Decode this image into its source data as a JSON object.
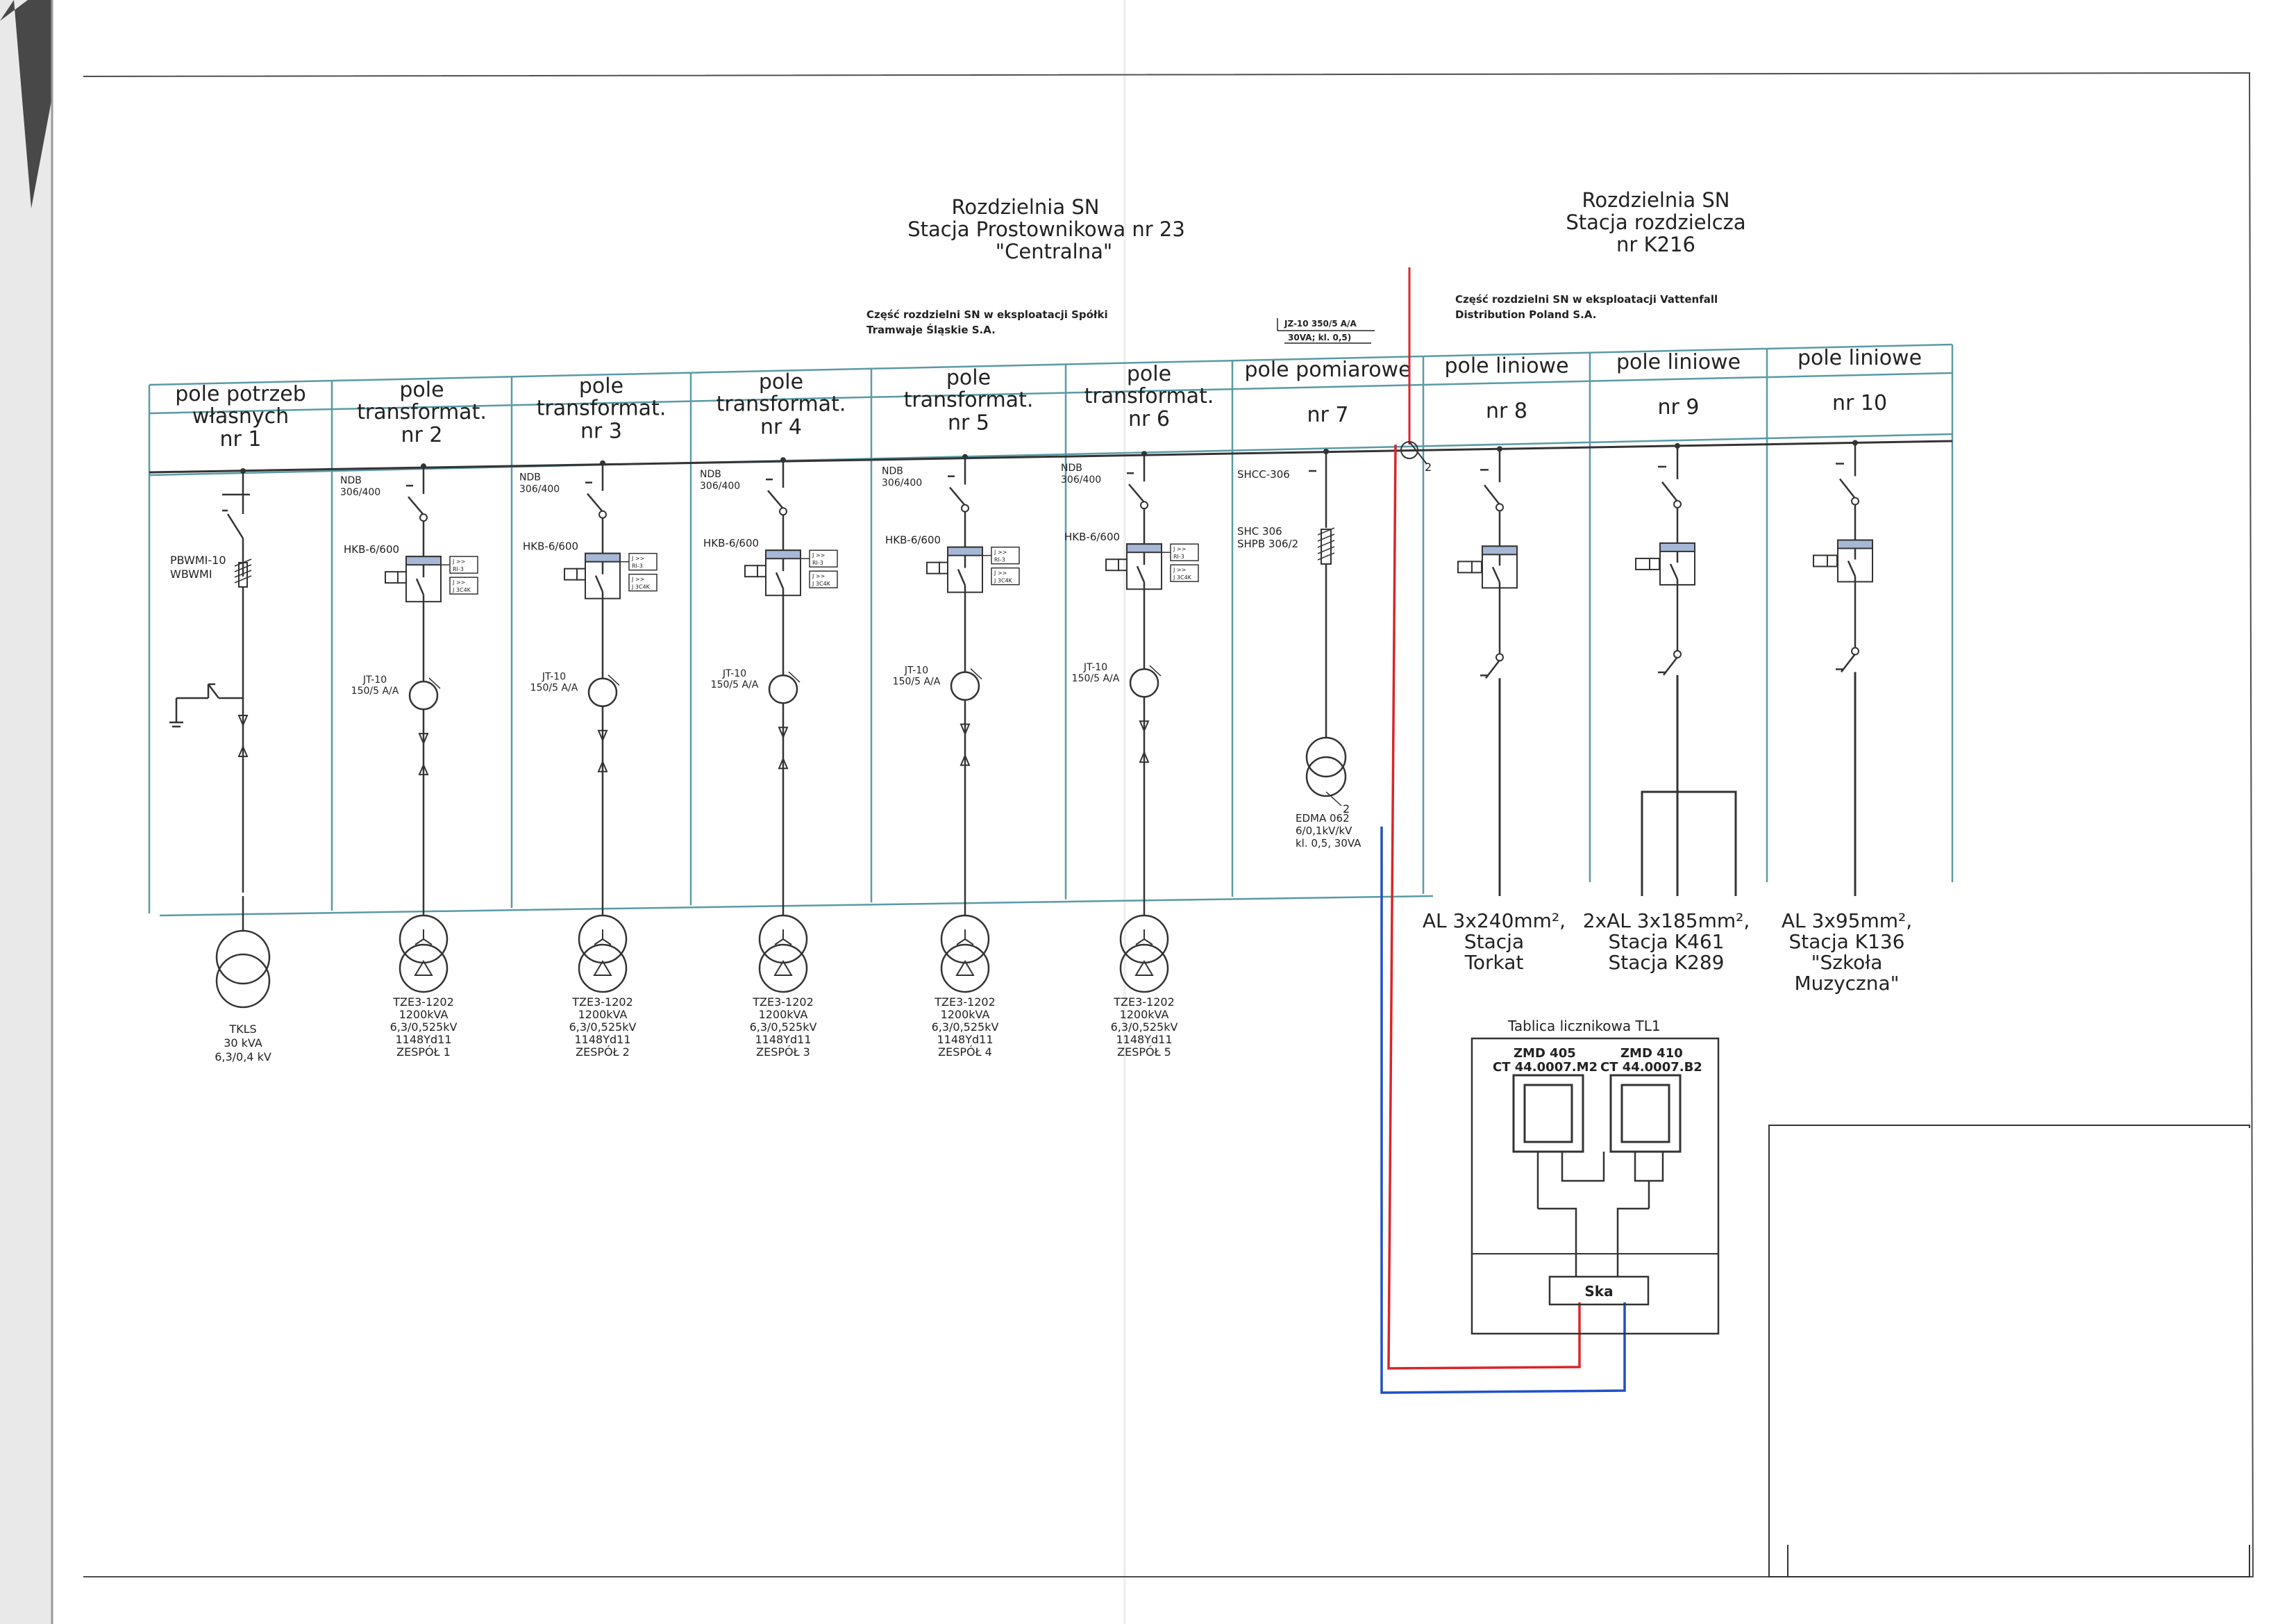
{
  "titles": {
    "left": {
      "line1": "Rozdzielnia SN",
      "line2": "Stacja Prostownikowa nr 23",
      "line3": "\"Centralna\""
    },
    "right": {
      "line1": "Rozdzielnia SN",
      "line2": "Stacja rozdzielcza",
      "line3": "nr K216"
    }
  },
  "ownership": {
    "left": {
      "line1": "Część rozdzielni SN w eksploatacji Spółki",
      "line2": "Tramwaje Śląskie S.A."
    },
    "right": {
      "line1": "Część rozdzielni SN w eksploatacji Vattenfall",
      "line2": "Distribution Poland S.A."
    },
    "boundary_ct": {
      "line1": "JZ-10 350/5 A/A",
      "line2": "30VA; kl. 0,5)"
    },
    "mark": "2"
  },
  "fields": [
    {
      "l1": "pole potrzeb",
      "l2": "własnych",
      "l3": "nr 1"
    },
    {
      "l1": "pole",
      "l2": "transformat.",
      "l3": "nr 2"
    },
    {
      "l1": "pole",
      "l2": "transformat.",
      "l3": "nr 3"
    },
    {
      "l1": "pole",
      "l2": "transformat.",
      "l3": "nr 4"
    },
    {
      "l1": "pole",
      "l2": "transformat.",
      "l3": "nr 5"
    },
    {
      "l1": "pole",
      "l2": "transformat.",
      "l3": "nr 6"
    },
    {
      "l1": "pole pomiarowe",
      "l2": "",
      "l3": "nr 7"
    },
    {
      "l1": "pole liniowe",
      "l2": "",
      "l3": "nr 8"
    },
    {
      "l1": "pole liniowe",
      "l2": "",
      "l3": "nr 9"
    },
    {
      "l1": "pole liniowe",
      "l2": "",
      "l3": "nr 10"
    }
  ],
  "field1": {
    "breaker": {
      "l1": "PBWMI-10",
      "l2": "WBWMI"
    },
    "transformer": {
      "l1": "TKLS",
      "l2": "30 kVA",
      "l3": "6,3/0,4 kV"
    }
  },
  "trafo_fields": [
    {
      "ndb": "NDB",
      "ndb2": "306/400",
      "hkb": "HKB-6/600",
      "jt1": "JT-10",
      "jt2": "150/5 A/A",
      "t1": "TZE3-1202",
      "t2": "1200kVA",
      "t3": "6,3/0,525kV",
      "t4": "1148Yd11",
      "t5": "ZESPÓŁ 1"
    },
    {
      "ndb": "NDB",
      "ndb2": "306/400",
      "hkb": "HKB-6/600",
      "jt1": "JT-10",
      "jt2": "150/5 A/A",
      "t1": "TZE3-1202",
      "t2": "1200kVA",
      "t3": "6,3/0,525kV",
      "t4": "1148Yd11",
      "t5": "ZESPÓŁ 2"
    },
    {
      "ndb": "NDB",
      "ndb2": "306/400",
      "hkb": "HKB-6/600",
      "jt1": "JT-10",
      "jt2": "150/5 A/A",
      "t1": "TZE3-1202",
      "t2": "1200kVA",
      "t3": "6,3/0,525kV",
      "t4": "1148Yd11",
      "t5": "ZESPÓŁ 3"
    },
    {
      "ndb": "NDB",
      "ndb2": "306/400",
      "hkb": "HKB-6/600",
      "jt1": "JT-10",
      "jt2": "150/5 A/A",
      "t1": "TZE3-1202",
      "t2": "1200kVA",
      "t3": "6,3/0,525kV",
      "t4": "1148Yd11",
      "t5": "ZESPÓŁ 4"
    },
    {
      "ndb": "NDB",
      "ndb2": "306/400",
      "hkb": "HKB-6/600",
      "jt1": "JT-10",
      "jt2": "150/5 A/A",
      "t1": "TZE3-1202",
      "t2": "1200kVA",
      "t3": "6,3/0,525kV",
      "t4": "1148Yd11",
      "t5": "ZESPÓŁ 5"
    }
  ],
  "relay_labels": {
    "a": "J >>",
    "b": "RI-3",
    "c": "J >>",
    "d": "J 3C4K"
  },
  "field7": {
    "shcc": "SHCC-306",
    "shc1": "SHC 306",
    "shc2": "SHPB 306/2",
    "vt1": "EDMA 062",
    "vt2": "6/0,1kV/kV",
    "vt3": "kl. 0,5, 30VA",
    "mark": "2"
  },
  "lines": [
    {
      "l1": "AL 3x240mm²,",
      "l2": "Stacja",
      "l3": "Torkat"
    },
    {
      "l1": "2xAL 3x185mm²,",
      "l2": "Stacja K461",
      "l3": "Stacja K289"
    },
    {
      "l1": "AL 3x95mm²,",
      "l2": "Stacja K136",
      "l3": "\"Szkoła",
      "l4": "Muzyczna\""
    }
  ],
  "meter_board": {
    "title": "Tablica licznikowa TL1",
    "m1": {
      "name": "ZMD 405",
      "ct": "CT 44.0007.M2"
    },
    "m2": {
      "name": "ZMD 410",
      "ct": "CT 44.0007.B2"
    },
    "ska": "Ska"
  },
  "colors": {
    "frame": "#5a9aa6",
    "red": "#d8262b",
    "blue": "#2150c8",
    "ink": "#333333"
  }
}
